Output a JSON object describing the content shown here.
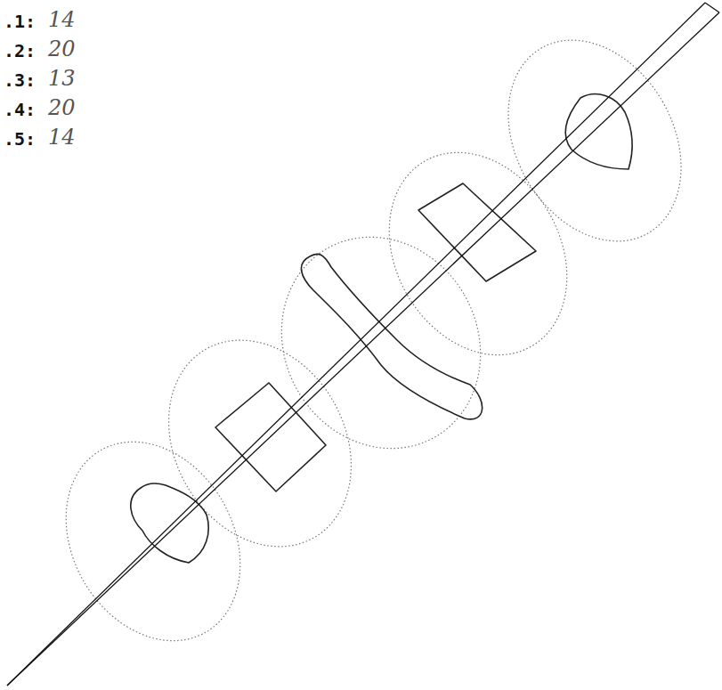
{
  "diagram": {
    "labels": [
      ".1:",
      "14",
      ".2:",
      "20",
      ".3:",
      "13",
      ".4:",
      "20",
      ".5:",
      "14"
    ]
  }
}
